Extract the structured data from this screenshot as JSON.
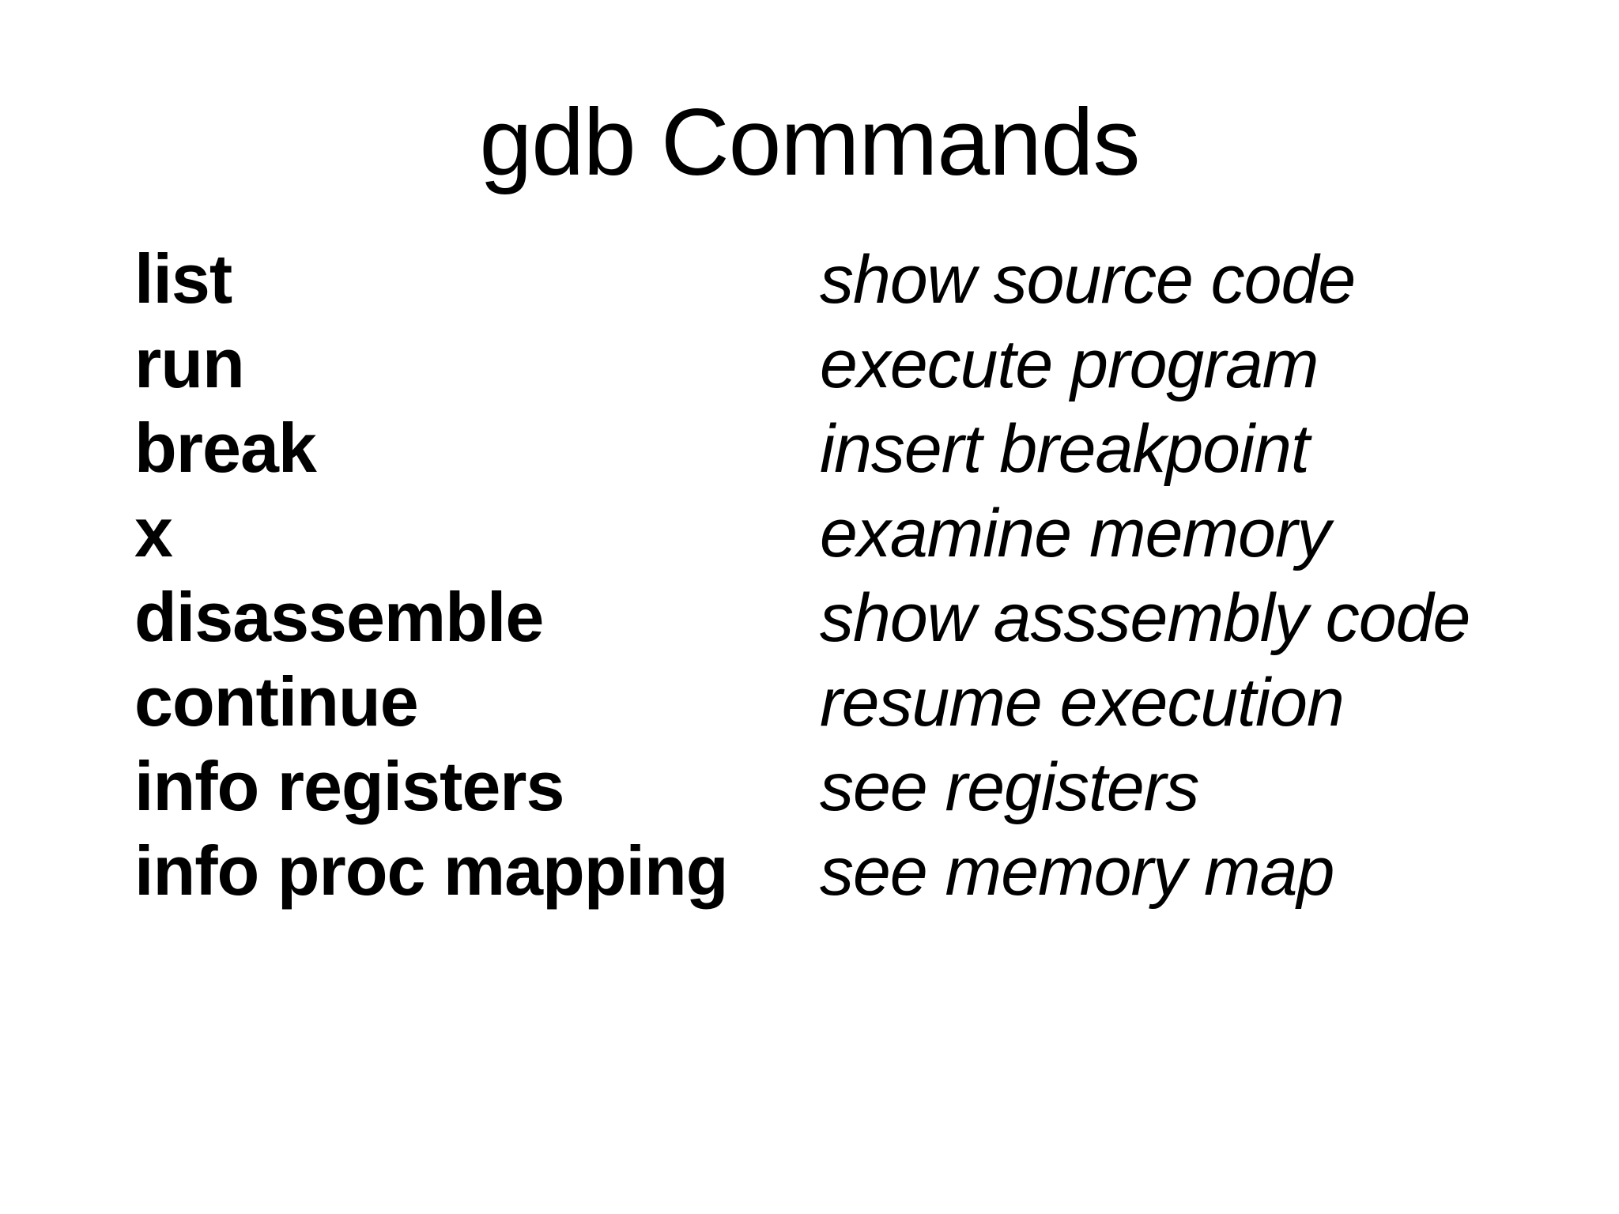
{
  "slide": {
    "title": "gdb Commands",
    "colors": {
      "background": "#ffffff",
      "text": "#000000"
    },
    "commands": [
      {
        "command": "list",
        "description": "show source code"
      },
      {
        "command": "run",
        "description": "execute program"
      },
      {
        "command": "break",
        "description": "insert breakpoint"
      },
      {
        "command": "x",
        "description": "examine memory"
      },
      {
        "command": "disassemble",
        "description": "show asssembly code"
      },
      {
        "command": "continue",
        "description": "resume execution"
      },
      {
        "command": "info registers",
        "description": "see registers"
      },
      {
        "command": "info proc mapping",
        "description": "see memory map"
      }
    ]
  }
}
